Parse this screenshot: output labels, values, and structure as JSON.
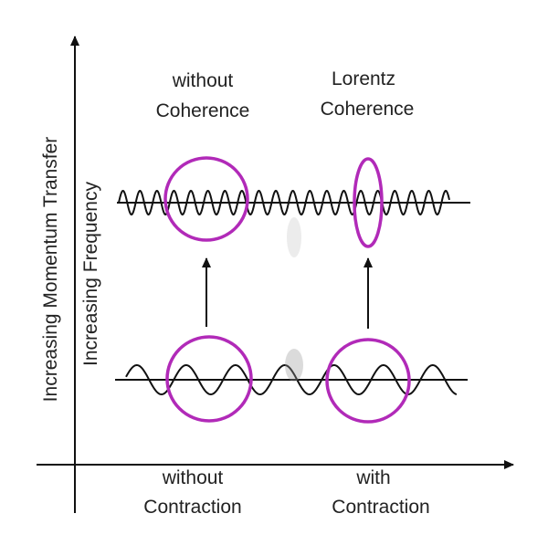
{
  "axes": {
    "y_outer_label": "Increasing Momentum Transfer",
    "y_inner_label": "Increasing Frequency"
  },
  "top_labels": {
    "left_line1": "without",
    "left_line2": "Coherence",
    "right_line1": "Lorentz",
    "right_line2": "Coherence"
  },
  "bottom_labels": {
    "left_line1": "without",
    "left_line2": "Contraction",
    "right_line1": "with",
    "right_line2": "Contraction"
  },
  "colors": {
    "wave": "#111111",
    "circle": "#b12ab8",
    "axis": "#111111"
  }
}
